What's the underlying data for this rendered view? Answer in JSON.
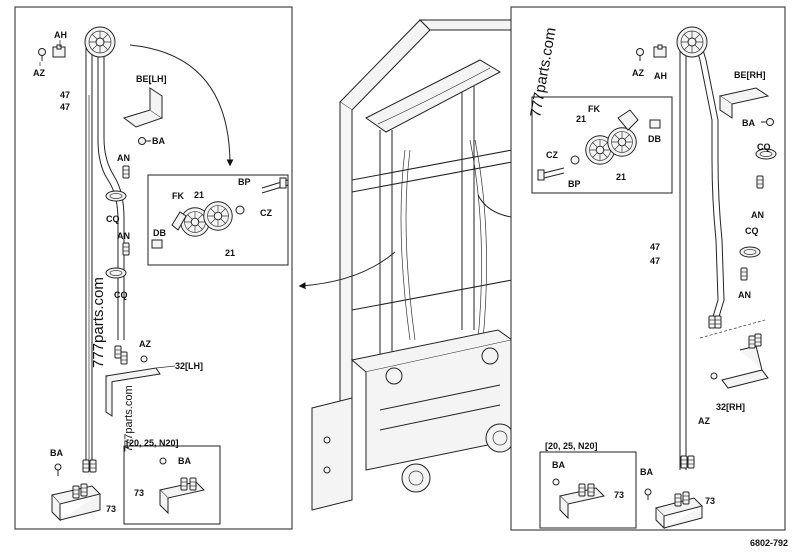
{
  "drawing_number": "6802-792",
  "watermark": "777parts.com",
  "left_panel": {
    "labels": {
      "ah": "AH",
      "az_top": "AZ",
      "be": "BE[LH]",
      "ba_mid": "BA",
      "hose1": "47",
      "hose2": "47",
      "an1": "AN",
      "cq1": "CQ",
      "an2": "AN",
      "cq2": "CQ",
      "az_low": "AZ",
      "bracket": "32[LH]",
      "ba_bottom": "BA",
      "block": "73"
    },
    "detail": {
      "fk": "FK",
      "sheave_a": "21",
      "sheave_b": "21",
      "db": "DB",
      "bp": "BP",
      "cz": "CZ"
    },
    "inset": {
      "title": "[20, 25, N20]",
      "ba": "BA",
      "block": "73"
    }
  },
  "right_panel": {
    "labels": {
      "az_top": "AZ",
      "ah": "AH",
      "be": "BE[RH]",
      "ba_mid": "BA",
      "cq1": "CQ",
      "an1": "AN",
      "cq2": "CQ",
      "an2": "AN",
      "hose1": "47",
      "hose2": "47",
      "bracket": "32[RH]",
      "az_low": "AZ",
      "ba_bottom": "BA",
      "block": "73"
    },
    "detail": {
      "fk": "FK",
      "sheave_a": "21",
      "sheave_b": "21",
      "db": "DB",
      "cz": "CZ",
      "bp": "BP"
    },
    "inset": {
      "title": "[20, 25, N20]",
      "ba": "BA",
      "block": "73"
    }
  }
}
